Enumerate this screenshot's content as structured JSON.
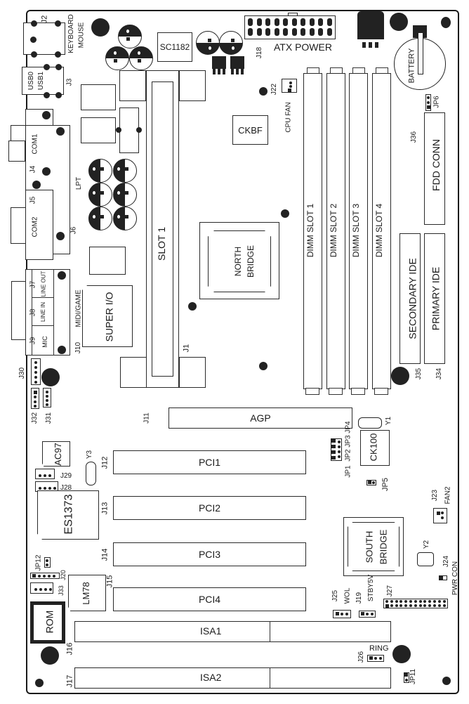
{
  "title": "Motherboard Layout Diagram",
  "connectors": {
    "j2": "J2",
    "keyboard": "KEYBOARD",
    "mouse": "MOUSE",
    "usb0": "USB0",
    "usb1": "USB1",
    "j3": "J3",
    "com1": "COM1",
    "j4": "J4",
    "lpt": "LPT",
    "j5": "J5",
    "com2": "COM2",
    "j6": "J6",
    "j7": "J7",
    "line_out": "LINE OUT",
    "j8": "J8",
    "line_in": "LINE IN",
    "j9": "J9",
    "mic": "MIC",
    "midi_game": "MIDI/GAME",
    "j10": "J10",
    "j30": "J30",
    "j31": "J31",
    "j32": "J32",
    "j18": "J18",
    "atx_power": "ATX POWER",
    "j22": "J22",
    "cpu_fan": "CPU FAN",
    "battery": "BATTERY",
    "jp6": "JP6",
    "j36": "J36",
    "fdd_conn": "FDD CONN",
    "secondary_ide": "SECONDARY IDE",
    "primary_ide": "PRIMARY IDE",
    "j35": "J35",
    "j34": "J34",
    "j1": "J1",
    "j11": "J11",
    "j12": "J12",
    "j13": "J13",
    "j14": "J14",
    "j15": "J15",
    "j16": "J16",
    "j17": "J17",
    "j28": "J28",
    "j29": "J29",
    "jp12": "JP12",
    "j20": "J20",
    "j33": "J33",
    "jp1": "JP1",
    "jp2": "JP2",
    "jp3": "JP3",
    "jp4": "JP4",
    "jp5": "JP5",
    "j23": "J23",
    "fan2": "FAN2",
    "j24": "J24",
    "pwr_con": "PWR CON",
    "j25": "J25",
    "wol": "WOL",
    "j19": "J19",
    "stby5v": "STBY5V",
    "j27": "J27",
    "j26": "J26",
    "ring": "RING",
    "jp11": "JP11"
  },
  "chips": {
    "sc1182": "SC1182",
    "ckbf": "CKBF",
    "north_bridge_1": "NORTH",
    "north_bridge_2": "BRIDGE",
    "south_bridge_1": "SOUTH",
    "south_bridge_2": "BRIDGE",
    "super_io": "SUPER I/O",
    "ac97": "AC97",
    "es1373": "ES1373",
    "lm78": "LM78",
    "rom": "ROM",
    "ck100": "CK100",
    "y1": "Y1",
    "y2": "Y2",
    "y3": "Y3"
  },
  "slots": {
    "slot1": "SLOT 1",
    "dimm": [
      "DIMM SLOT 1",
      "DIMM SLOT 2",
      "DIMM SLOT 3",
      "DIMM SLOT 4"
    ],
    "agp": "AGP",
    "pci": [
      "PCI1",
      "PCI2",
      "PCI3",
      "PCI4"
    ],
    "isa": [
      "ISA1",
      "ISA2"
    ]
  }
}
